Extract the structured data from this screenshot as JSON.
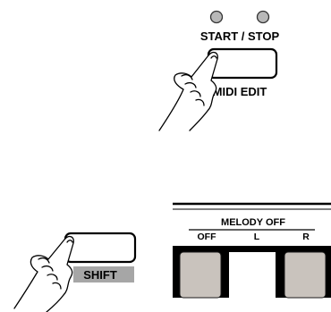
{
  "start_stop": {
    "label": "START / STOP",
    "indicator_color": "#b8b8b8"
  },
  "midi_edit": {
    "label": "MIDI EDIT"
  },
  "shift": {
    "label": "SHIFT",
    "label_bg": "#a6a6a6"
  },
  "melody_off": {
    "title": "MELODY OFF",
    "positions": [
      "OFF",
      "L",
      "R"
    ],
    "key_color": "#c9c3bd"
  },
  "icons": [
    "hand-pointer-icon"
  ]
}
